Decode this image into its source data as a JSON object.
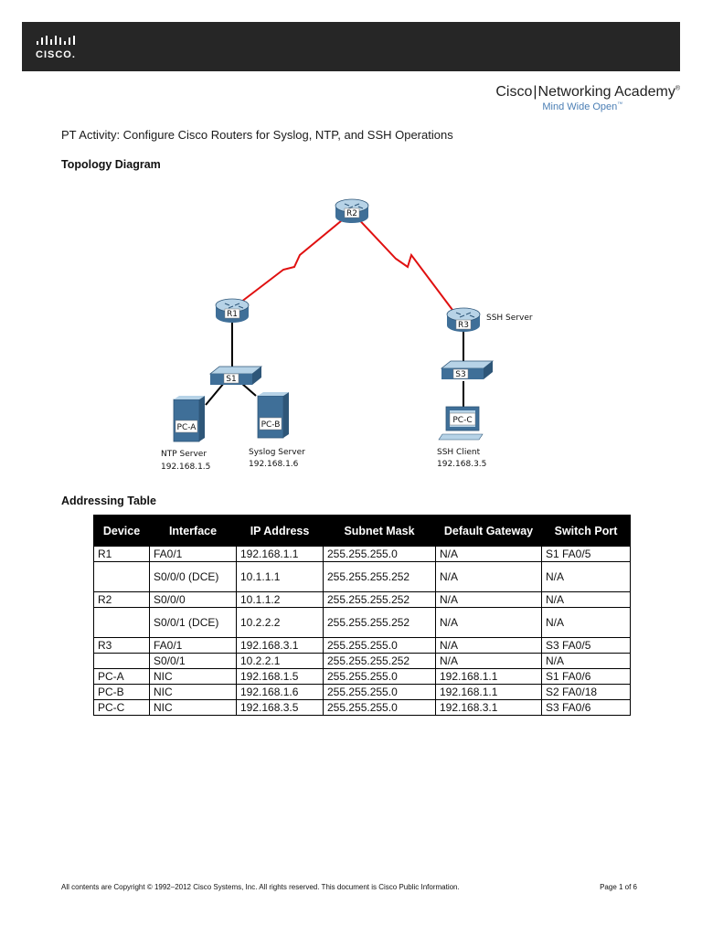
{
  "header": {
    "logo_text": "CISCO.",
    "academy_left": "Cisco",
    "academy_right": "Networking Academy",
    "academy_tagline": "Mind Wide Open"
  },
  "doc_title": "PT Activity: Configure Cisco Routers for Syslog, NTP, and SSH Operations",
  "topology": {
    "heading": "Topology Diagram",
    "routers": [
      "R1",
      "R2",
      "R3"
    ],
    "switches": [
      "S1",
      "S3"
    ],
    "pcs": [
      "PC-A",
      "PC-B",
      "PC-C"
    ],
    "r3_role": "SSH Server",
    "pc_a_role": "NTP Server",
    "pc_a_ip": "192.168.1.5",
    "pc_b_role": "Syslog Server",
    "pc_b_ip": "192.168.1.6",
    "pc_c_role": "SSH Client",
    "pc_c_ip": "192.168.3.5",
    "colors": {
      "serial_link": "#e01010",
      "ethernet_link": "#000000"
    }
  },
  "addressing": {
    "heading": "Addressing Table",
    "columns": [
      "Device",
      "Interface",
      "IP Address",
      "Subnet Mask",
      "Default Gateway",
      "Switch Port"
    ],
    "rows": [
      [
        "R1",
        "FA0/1",
        "192.168.1.1",
        "255.255.255.0",
        "N/A",
        "S1 FA0/5"
      ],
      [
        "",
        "S0/0/0 (DCE)",
        "10.1.1.1",
        "255.255.255.252",
        "N/A",
        "N/A"
      ],
      [
        "R2",
        "S0/0/0",
        "10.1.1.2",
        "255.255.255.252",
        "N/A",
        "N/A"
      ],
      [
        "",
        "S0/0/1 (DCE)",
        "10.2.2.2",
        "255.255.255.252",
        "N/A",
        "N/A"
      ],
      [
        "R3",
        "FA0/1",
        "192.168.3.1",
        "255.255.255.0",
        "N/A",
        "S3 FA0/5"
      ],
      [
        "",
        "S0/0/1",
        "10.2.2.1",
        "255.255.255.252",
        "N/A",
        "N/A"
      ],
      [
        "PC-A",
        "NIC",
        "192.168.1.5",
        "255.255.255.0",
        "192.168.1.1",
        "S1 FA0/6"
      ],
      [
        "PC-B",
        "NIC",
        "192.168.1.6",
        "255.255.255.0",
        "192.168.1.1",
        "S2 FA0/18"
      ],
      [
        "PC-C",
        "NIC",
        "192.168.3.5",
        "255.255.255.0",
        "192.168.3.1",
        "S3 FA0/6"
      ]
    ]
  },
  "footer": {
    "copyright": "All contents are Copyright © 1992–2012 Cisco Systems, Inc. All rights reserved. This document is Cisco Public Information.",
    "page": "Page 1 of 6"
  }
}
